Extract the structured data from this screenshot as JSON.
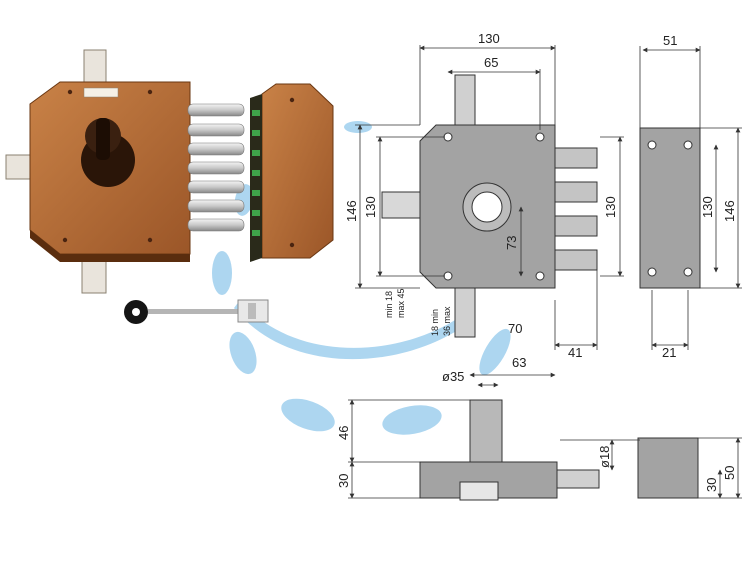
{
  "dimensions": {
    "width_total": "130",
    "width_holes": "65",
    "depth": "51",
    "height_total": "146",
    "height_holes": "130",
    "height_right": "130",
    "keeper_height_holes": "130",
    "keeper_height_total": "146",
    "backset": "73",
    "throw_length": "41",
    "keeper_width": "21",
    "cylinder_dia": "ø35",
    "side_depth_1": "63",
    "side_depth_2": "70",
    "bolt_dia": "ø18",
    "bottom_height_1": "46",
    "bottom_height_2": "30",
    "keeper_bottom_1": "30",
    "keeper_bottom_2": "50",
    "small_note_1": "min 18",
    "small_note_2": "max 45",
    "small_note_3": "18 min",
    "small_note_4": "36 max"
  },
  "colors": {
    "lock_body": "#b8703a",
    "lock_dark": "#7a3f18",
    "drawing_fill": "#a3a3a3",
    "drawing_stroke": "#333333",
    "accent_blue": "#9fd0ee",
    "bolt_chrome": "#d8d8d8"
  }
}
